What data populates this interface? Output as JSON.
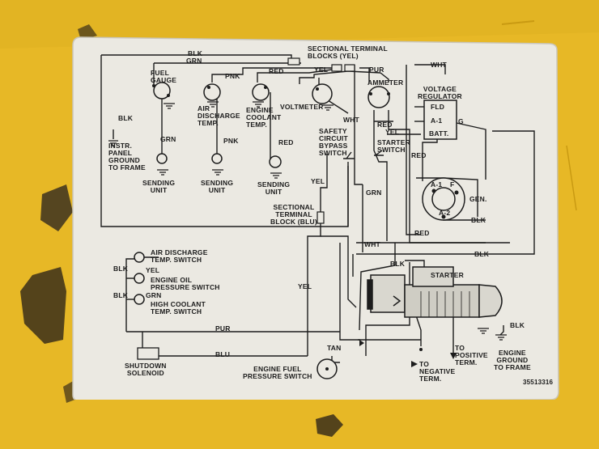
{
  "colors": {
    "paint": "#e6b520",
    "plate": "#ebe9e2",
    "ink": "#1c1c1c"
  },
  "components": {
    "fuel_gauge": "FUEL\nGAUGE",
    "air_discharge_temp": "AIR\nDISCHARGE\nTEMP.",
    "engine_coolant_temp": "ENGINE\nCOOLANT\nTEMP.",
    "voltmeter": "VOLTMETER",
    "sectional_terminal_blocks_yel": "SECTIONAL TERMINAL\nBLOCKS (YEL)",
    "ammeter": "AMMETER",
    "voltage_regulator": "VOLTAGE\nREGULATOR",
    "fld": "FLD",
    "a1": "A-1",
    "batt": "BATT.",
    "g": "G",
    "instr_panel_ground": "INSTR.\nPANEL\nGROUND\nTO FRAME",
    "sending_unit_1": "SENDING\nUNIT",
    "sending_unit_2": "SENDING\nUNIT",
    "sending_unit_3": "SENDING\nUNIT",
    "safety_circuit_bypass_switch": "SAFETY\nCIRCUIT\nBYPASS\nSWITCH",
    "starter_switch": "STARTER\nSWITCH",
    "gen": "GEN.",
    "gen_a1": "A-1",
    "gen_f": "F",
    "gen_a2": "A-2",
    "sectional_terminal_block_blu": "SECTIONAL\nTERMINAL\nBLOCK (BLU)",
    "air_discharge_temp_switch": "AIR DISCHARGE\nTEMP. SWITCH",
    "engine_oil_pressure_switch": "ENGINE OIL\nPRESSURE SWITCH",
    "high_coolant_temp_switch": "HIGH COOLANT\nTEMP. SWITCH",
    "starter": "STARTER",
    "shutdown_solenoid": "SHUTDOWN\nSOLENOID",
    "engine_fuel_pressure_switch": "ENGINE FUEL\nPRESSURE SWITCH",
    "to_negative_term": "TO\nNEGATIVE\nTERM.",
    "to_positive_term": "TO\nPOSITIVE\nTERM.",
    "engine_ground": "ENGINE\nGROUND\nTO FRAME",
    "part_number": "35513316"
  },
  "wires": {
    "blk_top": "BLK",
    "grn_top": "GRN",
    "pnk_1": "PNK",
    "red_1": "RED",
    "yel_1": "YEL",
    "pur_1": "PUR",
    "wht_1": "WHT",
    "wht_2": "WHT",
    "blk_ground": "BLK",
    "grn_2": "GRN",
    "pnk_2": "PNK",
    "red_2": "RED",
    "red_3": "RED",
    "yel_2": "YEL",
    "red_4": "RED",
    "yel_3": "YEL",
    "grn_3": "GRN",
    "blk_gen": "BLK",
    "red_5": "RED",
    "wht_3": "WHT",
    "blk_2": "BLK",
    "blk_3": "BLK",
    "blk_sw1": "BLK",
    "yel_sw1": "YEL",
    "blk_sw2": "BLK",
    "grn_sw2": "GRN",
    "yel_4": "YEL",
    "pur_2": "PUR",
    "blu": "BLU",
    "tan": "TAN",
    "blk_eng": "BLK"
  }
}
